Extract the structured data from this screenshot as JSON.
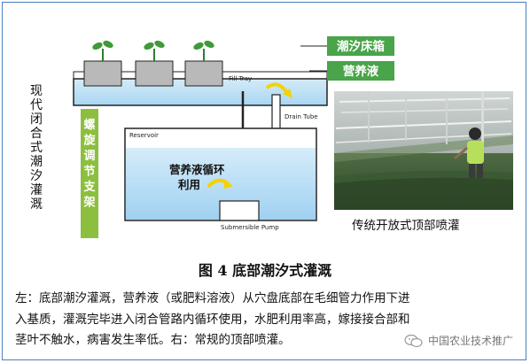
{
  "diagram": {
    "vertical_title": "现代闭合式潮汐灌溉",
    "bracket_label": "螺旋调节支架",
    "legend": [
      {
        "label": "潮汐床箱",
        "color": "#49a44a"
      },
      {
        "label": "营养液",
        "color": "#49a44a"
      }
    ],
    "fill_tray_label": "Fill Tray",
    "drain_tube_label": "Drain Tube",
    "reservoir_label": "Reservoir",
    "circulation_label_line1": "营养液循环",
    "circulation_label_line2": "利用",
    "pump_label": "Submersible Pump",
    "colors": {
      "water": "#bfe0f5",
      "water_deep": "#8ec9ee",
      "arrow": "#f5d200",
      "bracket": "#8cbf3f",
      "legend_green": "#49a44a"
    }
  },
  "photo": {
    "label": "传统开放式顶部喷灌"
  },
  "caption": {
    "title": "图 4  底部潮汐式灌溉"
  },
  "description": {
    "lines": [
      "左：底部潮汐灌溉，营养液（或肥料溶液）从穴盘底部在毛细管力作用下进",
      "入基质，灌溉完毕进入闭合管路内循环使用，水肥利用率高，嫁接接合部和",
      "茎叶不触水，病害发生率低。右：常规的顶部喷灌。"
    ]
  },
  "watermark": {
    "text": "中国农业技术推广",
    "icon": "wechat-icon"
  }
}
